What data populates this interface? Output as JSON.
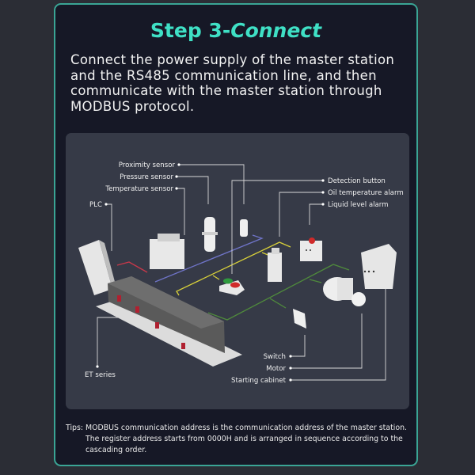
{
  "title": {
    "prefix": "Step 3-",
    "emphasis": "Connect"
  },
  "intro": "Connect the power supply of the master station and the RS485 communication line, and then communicate with the master station through MODBUS protocol.",
  "diagram": {
    "labels": {
      "proximity_sensor": "Proximity sensor",
      "pressure_sensor": "Pressure sensor",
      "temperature_sensor": "Temperature sensor",
      "plc": "PLC",
      "detection_button": "Detection button",
      "oil_temperature_alarm": "Oil temperature alarm",
      "liquid_level_alarm": "Liquid level alarm",
      "switch": "Switch",
      "motor": "Motor",
      "starting_cabinet": "Starting cabinet",
      "et_series": "ET series"
    },
    "colors": {
      "red_line": "#c8384a",
      "blue_line": "#6f74c8",
      "yellow_line": "#d8d03a",
      "green_line": "#4f8a3c"
    }
  },
  "tips": {
    "line1": "Tips: MODBUS communication address is the communication address of the master station.",
    "line2": "The register address starts from 0000H and is arranged in sequence according to the cascading order."
  }
}
